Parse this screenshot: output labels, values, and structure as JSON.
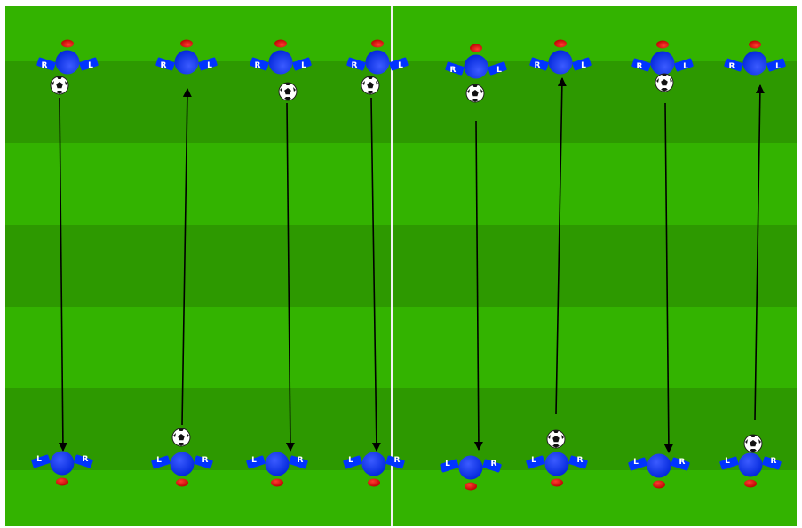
{
  "pitch": {
    "colors": {
      "light_stripe": "#33b300",
      "dark_stripe": "#2d9900",
      "center_line": "#f2f2f2",
      "frame": "#ffffff"
    }
  },
  "player": {
    "colors": {
      "body": "#0033ff",
      "arm": "#0033ff",
      "head": "#cc0000",
      "arm_text": "#ffffff"
    },
    "left_label": "L",
    "right_label": "R"
  },
  "arrow": {
    "color": "#000000"
  },
  "top_players": [
    {
      "id": "t1",
      "ball": true
    },
    {
      "id": "t2",
      "ball": false
    },
    {
      "id": "t3",
      "ball": true
    },
    {
      "id": "t4",
      "ball": true
    },
    {
      "id": "t5",
      "ball": true
    },
    {
      "id": "t6",
      "ball": false
    },
    {
      "id": "t7",
      "ball": true
    },
    {
      "id": "t8",
      "ball": false
    }
  ],
  "bottom_players": [
    {
      "id": "b1",
      "ball": false
    },
    {
      "id": "b2",
      "ball": true
    },
    {
      "id": "b3",
      "ball": false
    },
    {
      "id": "b4",
      "ball": false
    },
    {
      "id": "b5",
      "ball": false
    },
    {
      "id": "b6",
      "ball": true
    },
    {
      "id": "b7",
      "ball": false
    },
    {
      "id": "b8",
      "ball": true
    }
  ],
  "passes": [
    {
      "from": "t1",
      "to": "b1"
    },
    {
      "from": "b2",
      "to": "t2"
    },
    {
      "from": "t3",
      "to": "b3"
    },
    {
      "from": "t4",
      "to": "b4"
    },
    {
      "from": "t5",
      "to": "b5"
    },
    {
      "from": "b6",
      "to": "t6"
    },
    {
      "from": "t7",
      "to": "b7"
    },
    {
      "from": "b8",
      "to": "t8"
    }
  ]
}
